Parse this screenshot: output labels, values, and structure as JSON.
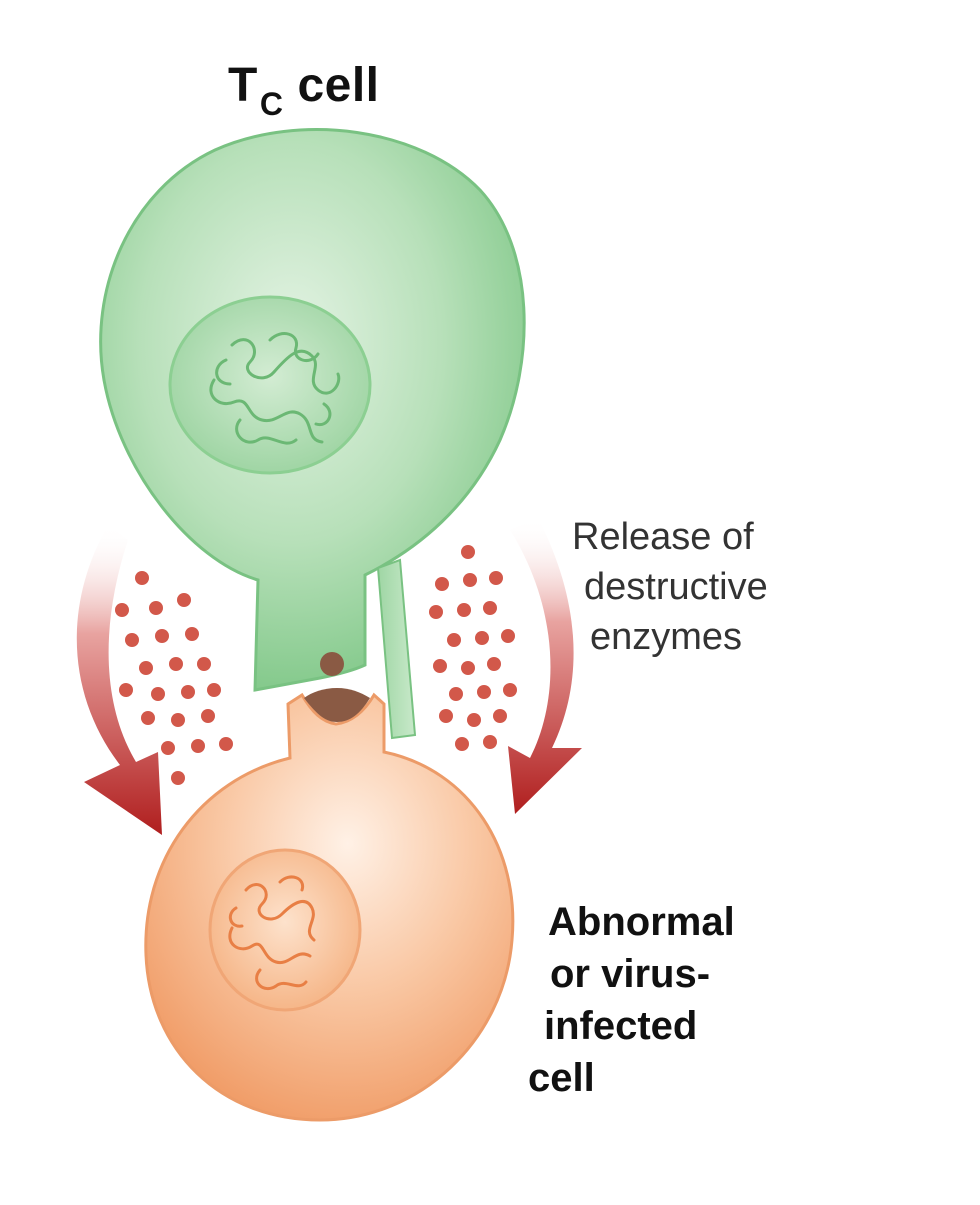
{
  "title": {
    "main": "T",
    "subscript": "C",
    "suffix": "cell"
  },
  "release_label": {
    "line1": "Release of",
    "line2": "destructive",
    "line3": "enzymes"
  },
  "target_label": {
    "line1": "Abnormal",
    "line2": "or virus-",
    "line3": "infected",
    "line4": "cell"
  },
  "colors": {
    "tc_cell": "#86cc8e",
    "tc_cell_light": "#d8eed8",
    "target_cell": "#f3a77a",
    "target_cell_light": "#fde6d6",
    "arrow": "#b01e1e",
    "enzyme_dot": "#d2584a",
    "antigen": "#8a5a44"
  },
  "icons": [
    "tc-cell-shape",
    "tc-nucleus",
    "target-cell-shape",
    "target-nucleus",
    "curved-arrow-left",
    "curved-arrow-right",
    "enzyme-dots"
  ]
}
